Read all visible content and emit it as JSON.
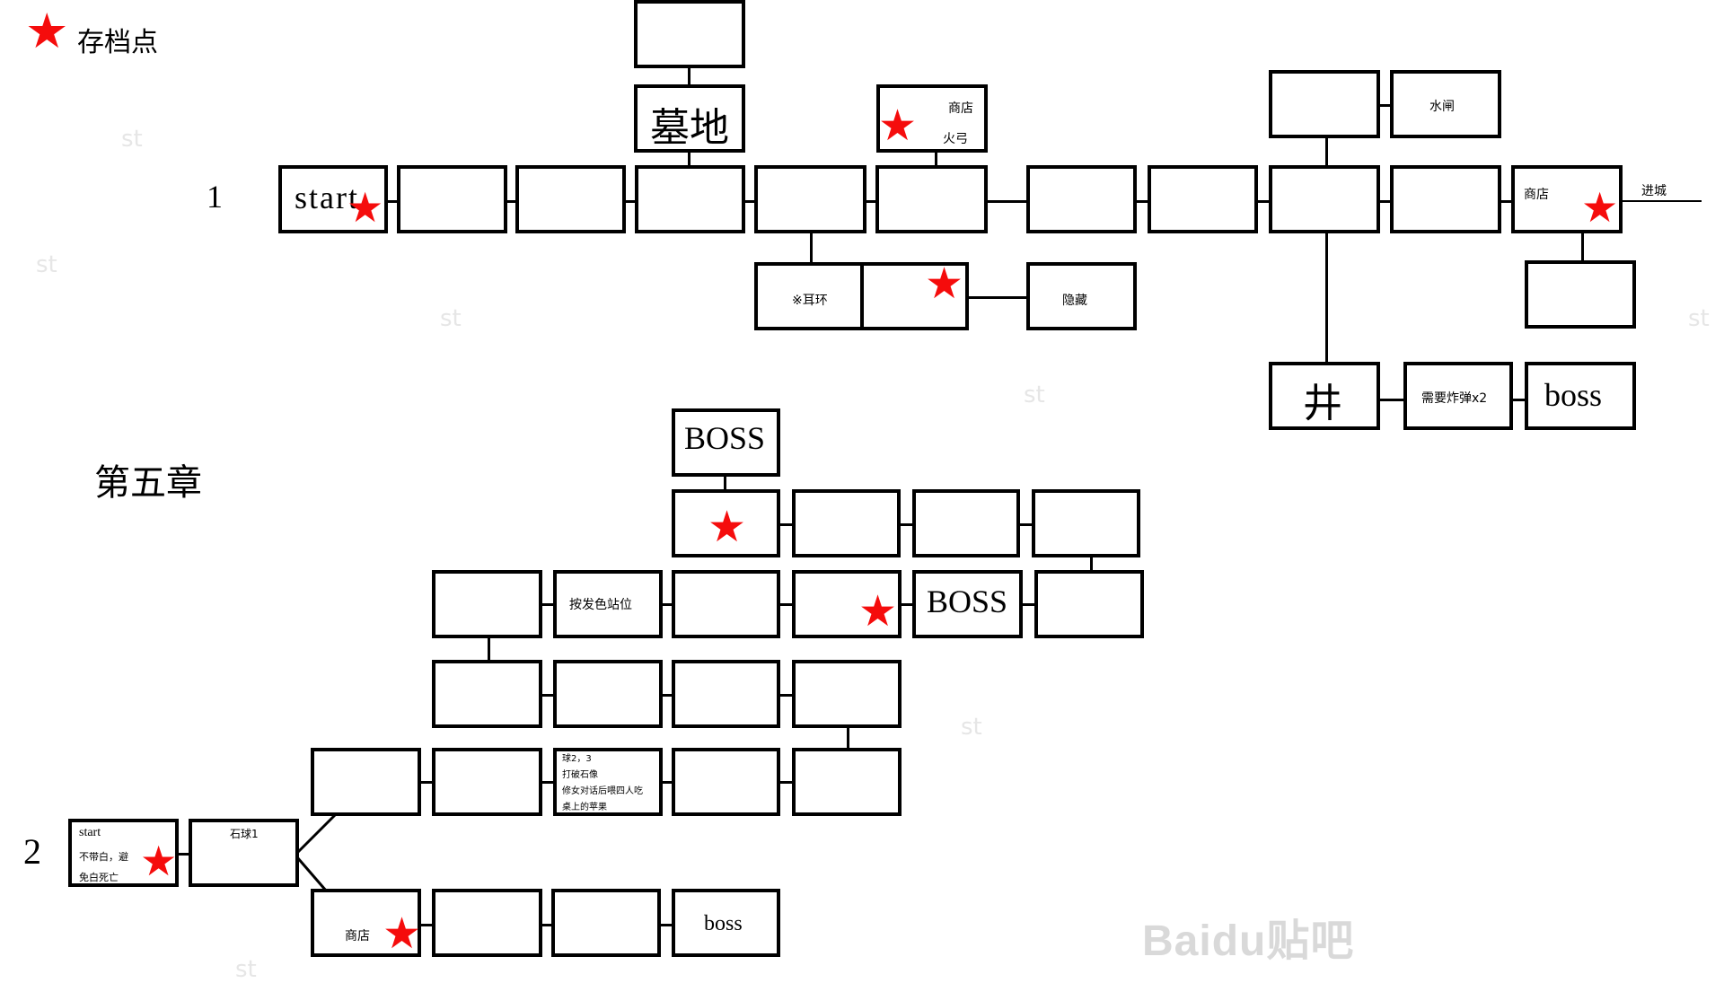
{
  "legend": {
    "label": "存档点"
  },
  "headings": {
    "chapter": "第五章",
    "section1": "1",
    "section2": "2"
  },
  "watermark": {
    "brand": "Baidu贴吧",
    "tile": "st"
  },
  "section1": {
    "start": "start",
    "graveyard": "墓地",
    "shop_title": "商店",
    "fire_bow": "火弓",
    "earring": "※耳环",
    "hidden": "隐藏",
    "sluice": "水闸",
    "shop_east": "商店",
    "enter_city": "进城",
    "well": "井",
    "need_bombs": "需要炸弹x2",
    "boss": "boss"
  },
  "section2": {
    "start": "start",
    "start_note_1": "不带白，避",
    "start_note_2": "免白死亡",
    "stone_ball": "石球1",
    "shop": "商店",
    "boss_bottom": "boss",
    "statue_note": [
      "球2，3",
      "打破石像",
      "修女对话后喂四人吃",
      "桌上的苹果"
    ],
    "color_position": "按发色站位",
    "boss_mid": "BOSS",
    "boss_top": "BOSS"
  },
  "colors": {
    "save_point": "#f50c0c",
    "box_border": "#000000",
    "background": "#ffffff"
  }
}
